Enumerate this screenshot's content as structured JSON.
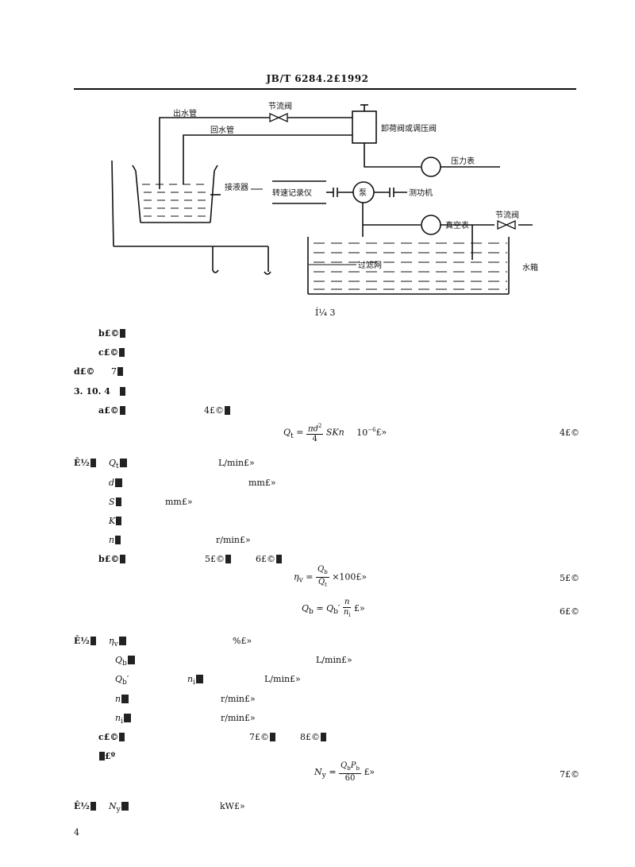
{
  "header": {
    "code": "JB/T  6284.2£­1992"
  },
  "diagram": {
    "labels": {
      "outlet_pipe": "出水管",
      "return_pipe": "回水管",
      "throttle_valve": "节流阀",
      "unload_valve": "卸荷阀或调压阀",
      "pressure_gauge": "压力表",
      "collector": "接液器",
      "tach_recorder": "转速记录仪",
      "pump": "泵",
      "dynamometer": "测功机",
      "vacuum_gauge": "真空表",
      "throttle_valve_2": "节流阀",
      "filter": "过滤网",
      "tank": "水箱"
    },
    "caption": "Í¼ 3"
  },
  "body": {
    "item_b": "b£©",
    "item_c": "c£©",
    "item_d_prefix": "d£©",
    "item_d_num": "7",
    "section": "3. 10. 4",
    "item_a": "a£©",
    "item_a_num": "4£©",
    "eq4": {
      "lhs": "Q",
      "lhs_sub": "t",
      "num": "πd",
      "num_sup": "2",
      "den": "4",
      "rhs": "SKn",
      "factor": "10",
      "factor_sup": "−6",
      "tail": "£»",
      "tag": "4£©"
    },
    "where_1": "Ê½",
    "vars1": [
      {
        "sym": "Q",
        "sub": "t",
        "unit": "L/min£»"
      },
      {
        "sym": "d",
        "sub": "",
        "unit": "mm£»"
      },
      {
        "sym": "S",
        "sub": "",
        "unit": "mm£»"
      },
      {
        "sym": "K",
        "sub": "",
        "unit": ""
      },
      {
        "sym": "n",
        "sub": "",
        "unit": "r/min£»"
      }
    ],
    "item_b2": "b£©",
    "item_b2_a": "5£©",
    "item_b2_b": "6£©",
    "eq5": {
      "lhs": "η",
      "lhs_sub": "v",
      "num": "Q",
      "num_sub": "b",
      "den": "Q",
      "den_sub": "t",
      "tail": "×100£»",
      "tag": "5£©"
    },
    "eq6": {
      "lhs": "Q",
      "lhs_sub": "b",
      "mid": "Q",
      "mid_sub": "b",
      "mid_prime": "′",
      "num": "n",
      "den": "n",
      "den_sub": "i",
      "tail": "£»",
      "tag": "6£©"
    },
    "where_2": "Ê½",
    "vars2": [
      {
        "sym": "η",
        "sub": "v",
        "unit": "%£»"
      },
      {
        "sym": "Q",
        "sub": "b",
        "unit": "L/min£»"
      },
      {
        "sym": "Q",
        "sub": "b",
        "prime": "′",
        "extra_sym": "n",
        "extra_sub": "i",
        "unit": "L/min£»"
      },
      {
        "sym": "n",
        "sub": "",
        "unit": "r/min£»"
      },
      {
        "sym": "n",
        "sub": "i",
        "unit": "r/min£»"
      }
    ],
    "item_c2": "c£©",
    "item_c2_a": "7£©",
    "item_c2_b": "8£©",
    "item_c2_line2": "£º",
    "eq7": {
      "lhs": "N",
      "lhs_sub": "y",
      "num": "Q",
      "num_sub": "b",
      "num2": "P",
      "num2_sub": "b",
      "den": "60",
      "tail": "£»",
      "tag": "7£©"
    },
    "where_3": "Ê½",
    "vars3": [
      {
        "sym": "N",
        "sub": "y",
        "unit": "kW£»"
      }
    ]
  },
  "footer": {
    "page": "4"
  }
}
